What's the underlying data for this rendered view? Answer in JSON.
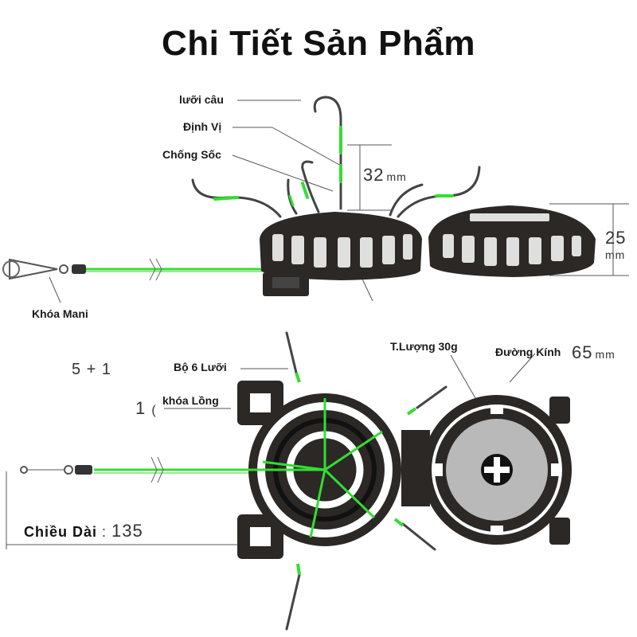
{
  "title": "Chi Tiết Sản Phẩm",
  "labels": {
    "hook": "lưỡi câu",
    "positioner": "Định Vị",
    "shock": "Chống Sốc",
    "clip": "Khóa Mani",
    "hook_set": "Bộ 6 Lưỡi",
    "cage_lock": "khóa Lồng",
    "weight": "T.Lượng 30g",
    "diameter": "Đường Kính",
    "length": "Chiều Dài"
  },
  "dimensions": {
    "hook_height": "32",
    "cage_height": "25",
    "diameter_value": "65",
    "length_value": "135",
    "unit": "mm",
    "hook_set_count": "5 + 1",
    "lock_count": "1",
    "lock_paren": "("
  },
  "colors": {
    "line": "#33dd33",
    "body": "#2b2826",
    "weight": "#b9b9b9"
  }
}
